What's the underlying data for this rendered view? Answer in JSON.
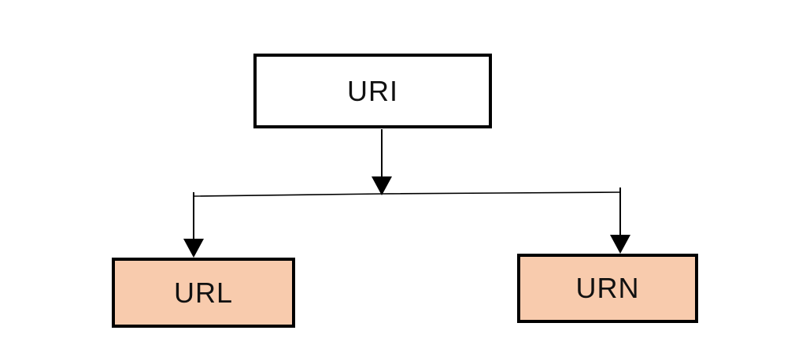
{
  "diagram": {
    "root": {
      "label": "URI"
    },
    "children": [
      {
        "label": "URL"
      },
      {
        "label": "URN"
      }
    ],
    "colors": {
      "root_fill": "#FFFFFF",
      "child_fill": "#F8CBAD",
      "border": "#000000",
      "line": "#000000",
      "text": "#111111"
    }
  }
}
